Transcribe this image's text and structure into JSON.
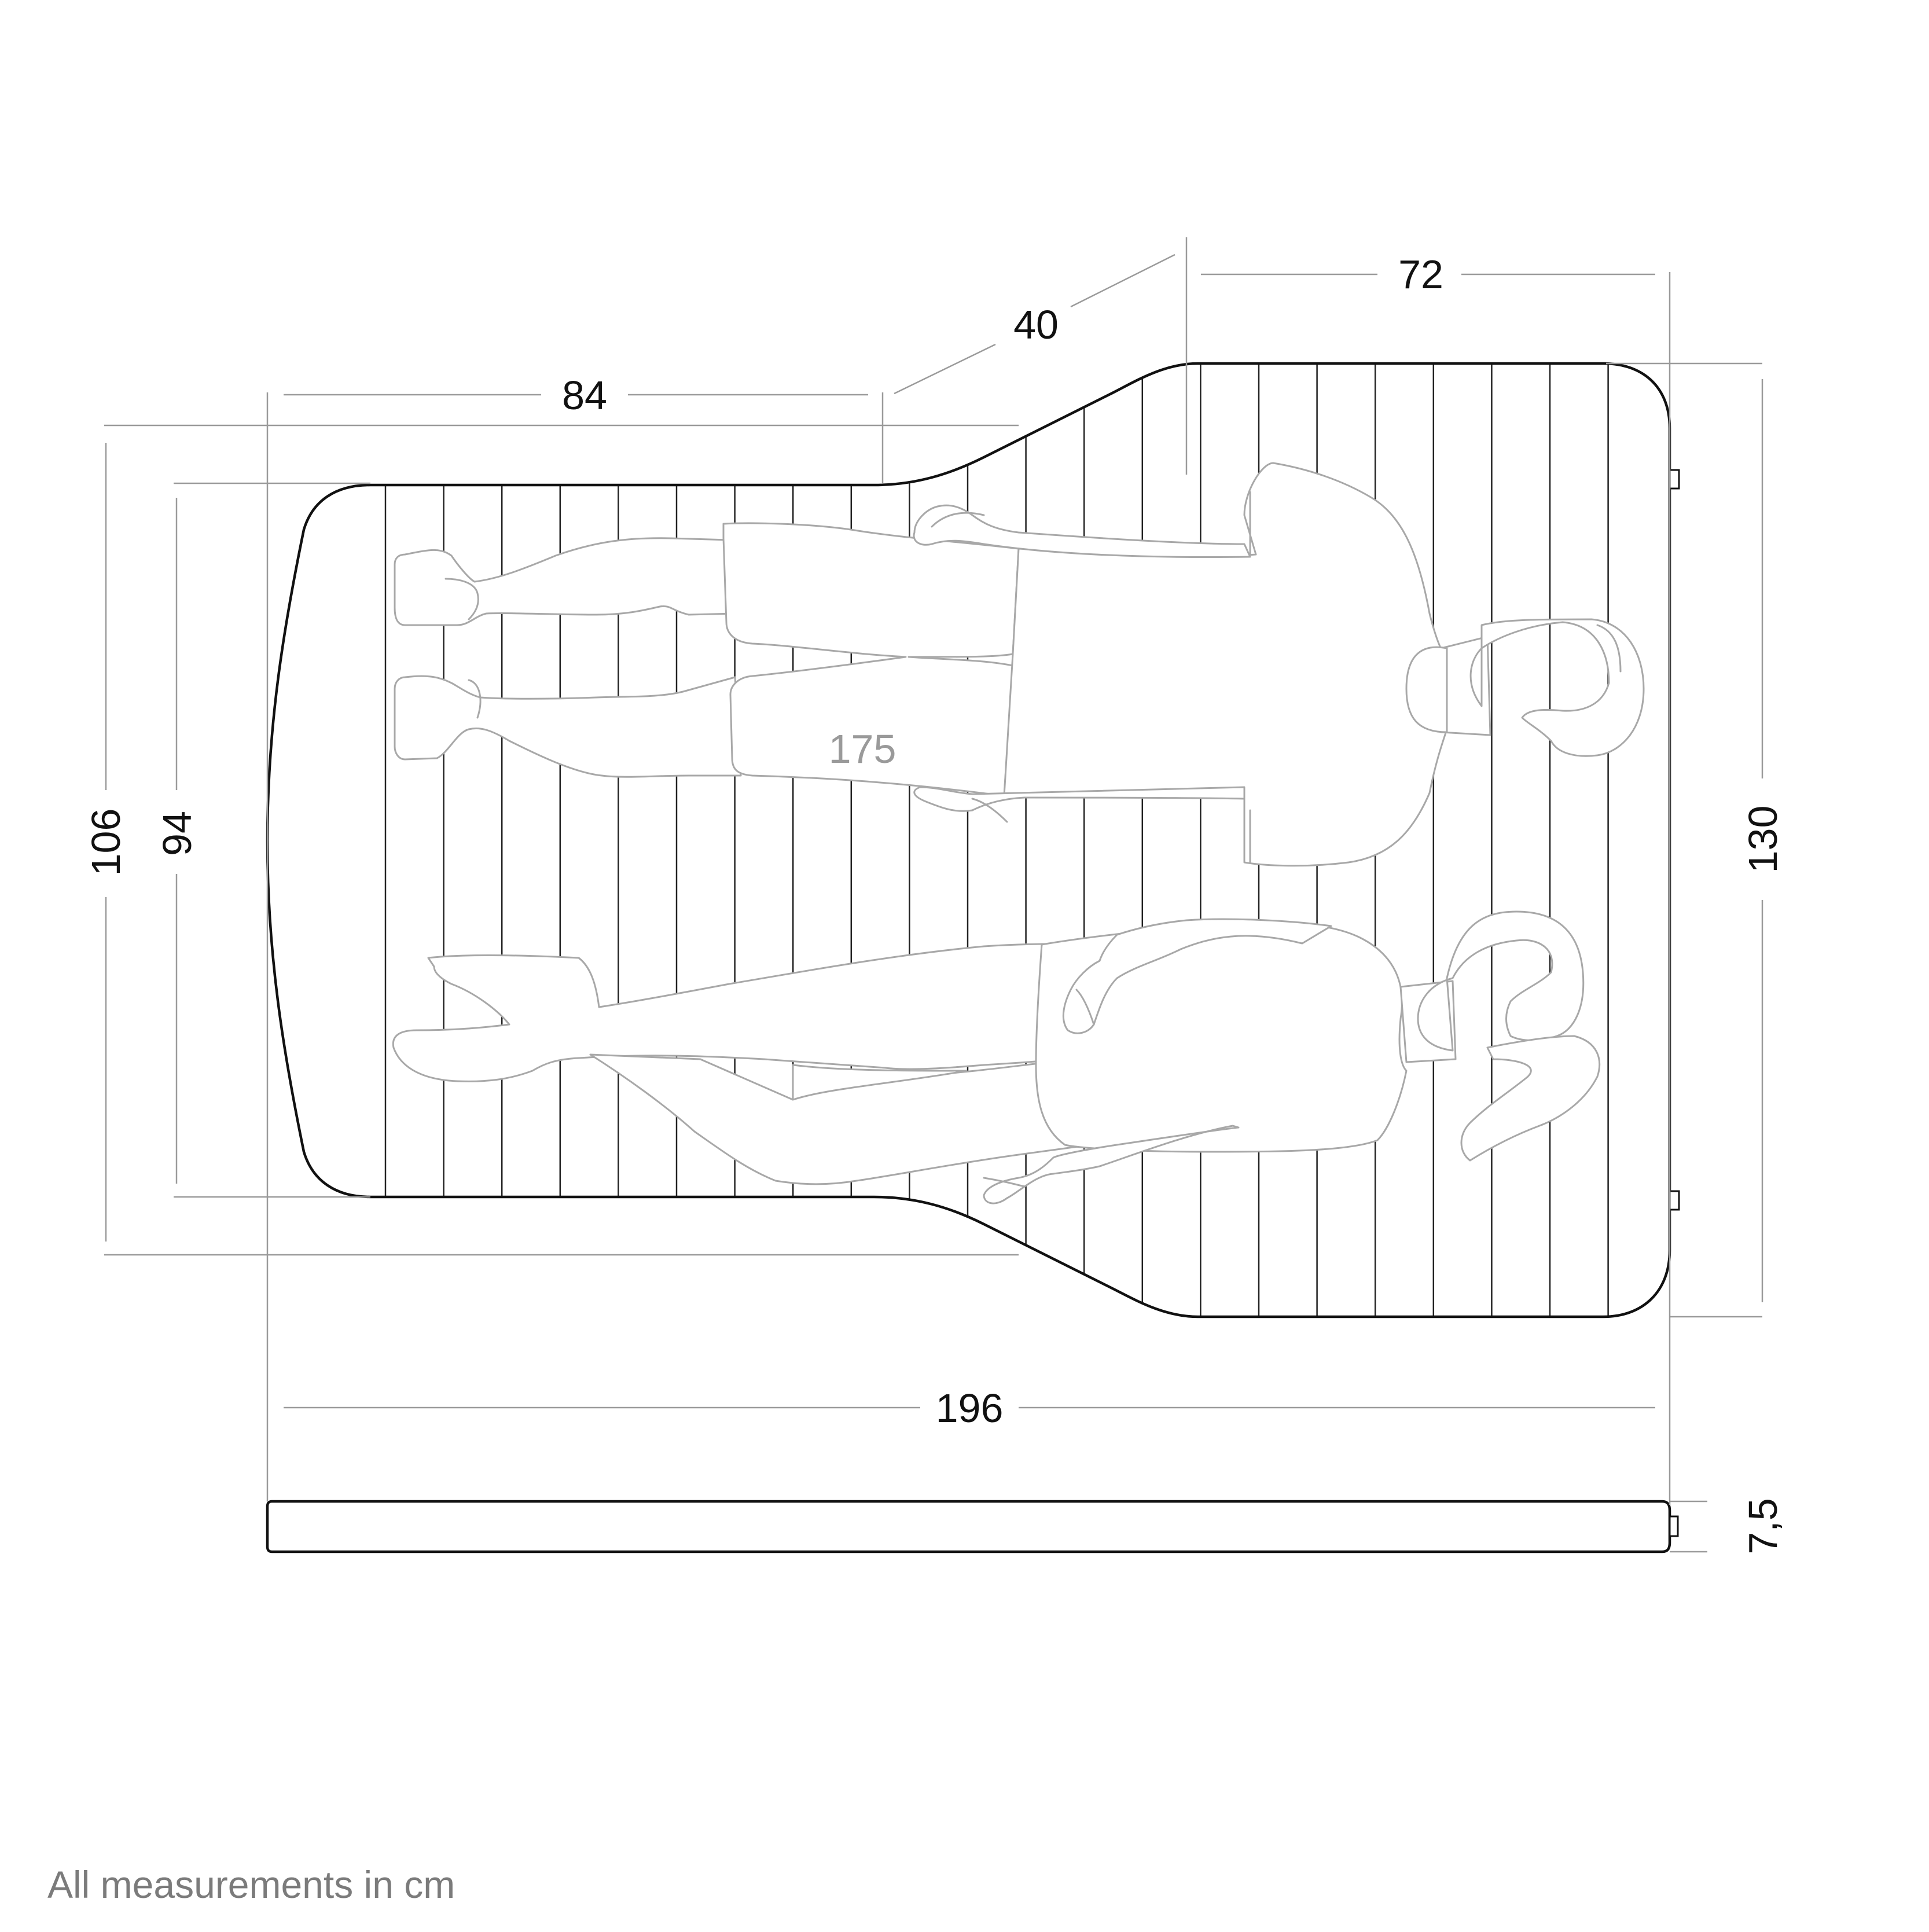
{
  "dimensions": {
    "head_width": "84",
    "taper_length": "40",
    "foot_width": "72",
    "overall_length": "196",
    "outer_head_height": "106",
    "inner_head_height": "94",
    "foot_height": "130",
    "thickness": "7,5",
    "person_height": "175"
  },
  "footnote": "All measurements in cm",
  "colors": {
    "outline": "#111111",
    "slat": "#222222",
    "dimension_line": "#9a9a9a",
    "person_outline": "#a8a8a8",
    "footnote": "#7b7b7b"
  }
}
